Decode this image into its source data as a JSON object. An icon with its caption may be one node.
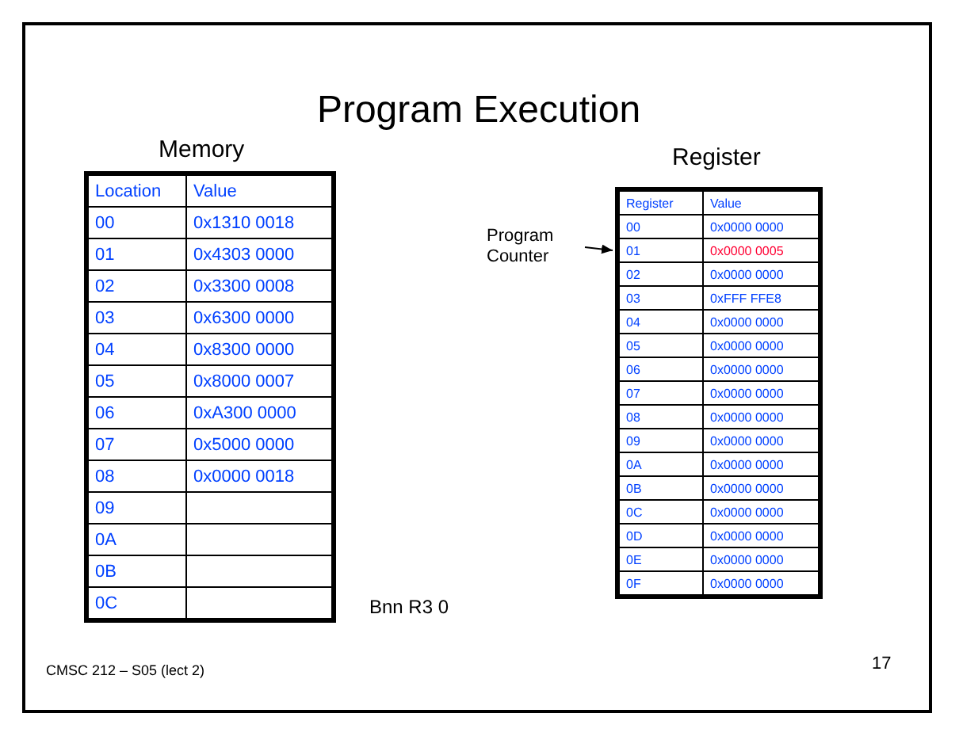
{
  "diagram": {
    "title": "Program Execution",
    "nodes": [
      {
        "text": [
          "Program Counter"
        ]
      },
      {
        "text": [
          "01"
        ]
      }
    ],
    "edges": [
      {
        "from": 0,
        "to": 1,
        "arrow": "to"
      }
    ],
    "labels": [
      "Memory",
      "Location",
      "Value",
      "00",
      "0x1310 0018",
      "01",
      "0x4303 0000",
      "02",
      "0x3300 0008",
      "03",
      "0x6300 0000",
      "04",
      "0x8300 0000",
      "05",
      "0x8000 0007",
      "06",
      "0xA300 0000",
      "07",
      "0x5000 0000",
      "08",
      "0x0000 0018",
      "09",
      "0A",
      "0B",
      "0C",
      "Register",
      "Register",
      "Value",
      "00",
      "0x0000 0000",
      "0x0000 0005",
      "02",
      "0x0000 0000",
      "03",
      "0xFFF FFE8",
      "04",
      "0x0000 0000",
      "05",
      "0x0000 0000",
      "06",
      "0x0000 0000",
      "07",
      "0x0000 0000",
      "08",
      "0x0000 0000",
      "09",
      "0x0000 0000",
      "0A",
      "0x0000 0000",
      "0B",
      "0x0000 0000",
      "0C",
      "0x0000 0000",
      "0D",
      "0x0000 0000",
      "0E",
      "0x0000 0000",
      "0F",
      "0x0000 0000",
      "Bnn R3 0",
      "CMSC 212 – S05 (lect 2)",
      "17"
    ]
  }
}
